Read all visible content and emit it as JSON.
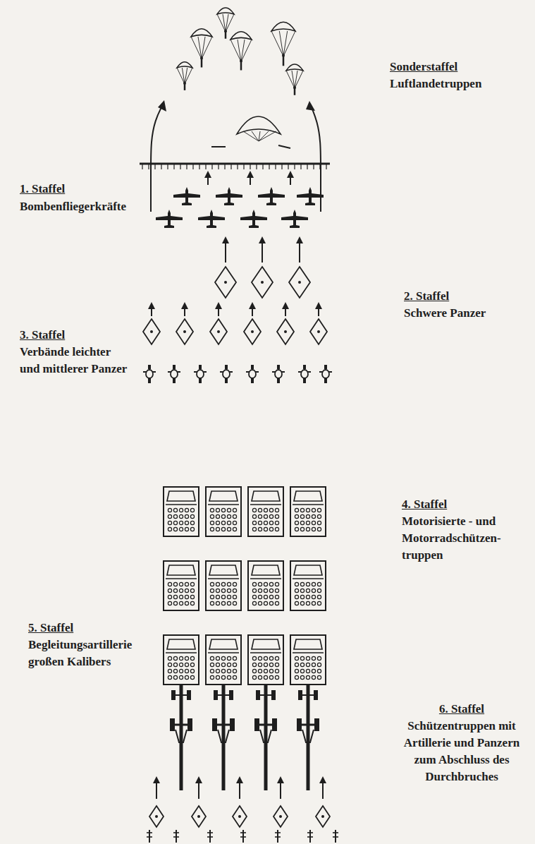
{
  "diagram": {
    "labels": [
      "Sonderstaffel",
      "Luftlandetruppen",
      "1. Staffel",
      "Bombenfliegerkräfte",
      "2. Staffel",
      "Schwere Panzer",
      "3. Staffel",
      "Verbände leichter und mittlerer Panzer",
      "4. Staffel",
      "Motorisierte - und Motorradschützen- truppen",
      "5. Staffel",
      "Begleitungsartillerie großen Kalibers",
      "6. Staffel",
      "Schützentruppen mit Artillerie und Panzern zum Abschluss des Durchbruches"
    ]
  }
}
